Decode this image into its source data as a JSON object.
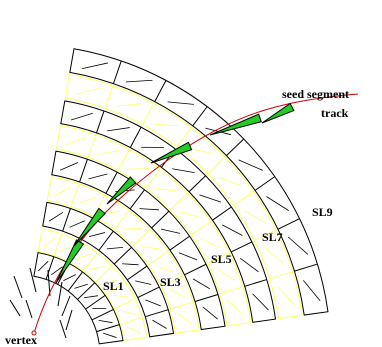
{
  "labels": {
    "seed_segment": "seed segment",
    "track": "track",
    "vertex": "vertex",
    "sl1": "SL1",
    "sl3": "SL3",
    "sl5": "SL5",
    "sl7": "SL7",
    "sl9": "SL9"
  },
  "colors": {
    "axial_superlayer": "#000000",
    "stereo_superlayer": "#ffff66",
    "track": "#cc0000",
    "seed_fill": "#22cc22",
    "seed_outline": "#000000"
  },
  "superlayers": [
    {
      "kind": "axial"
    },
    {
      "kind": "stereo"
    },
    {
      "kind": "axial"
    },
    {
      "kind": "stereo"
    },
    {
      "kind": "axial"
    },
    {
      "kind": "stereo"
    },
    {
      "kind": "axial"
    },
    {
      "kind": "stereo"
    },
    {
      "kind": "axial"
    }
  ]
}
